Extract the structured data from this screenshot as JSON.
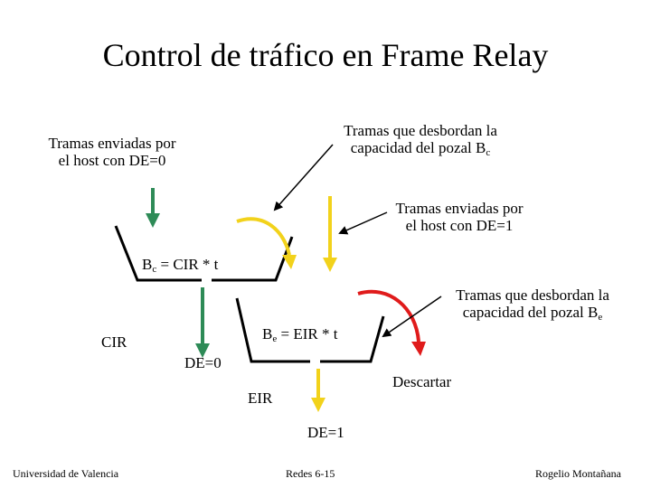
{
  "slide": {
    "title": "Control de tráfico en Frame Relay",
    "labels": {
      "de0_line1": "Tramas enviadas por",
      "de0_line2": "el host con DE=0",
      "overflow_bc_line1": "Tramas que desbordan la",
      "overflow_bc_line2_prefix": "capacidad del pozal B",
      "overflow_bc_sub": "c",
      "de1_line1": "Tramas enviadas por",
      "de1_line2": "el host con DE=1",
      "bc_prefix": "B",
      "bc_sub": "c",
      "bc_suffix": " = CIR * t",
      "overflow_be_line1": "Tramas que desbordan la",
      "overflow_be_line2_prefix": "capacidad del pozal B",
      "overflow_be_sub": "e",
      "cir": "CIR",
      "be_prefix": "B",
      "be_sub": "e",
      "be_suffix": " = EIR * t",
      "de0_out": "DE=0",
      "discard": "Descartar",
      "eir": "EIR",
      "de1_out": "DE=1"
    },
    "footer": {
      "left": "Universidad de Valencia",
      "center": "Redes 6-15",
      "right": "Rogelio Montañana"
    }
  },
  "colors": {
    "green_arrow": "#2e8b57",
    "yellow_arrow": "#f2d21b",
    "red_arrow": "#e01b1b",
    "line": "#000000"
  }
}
